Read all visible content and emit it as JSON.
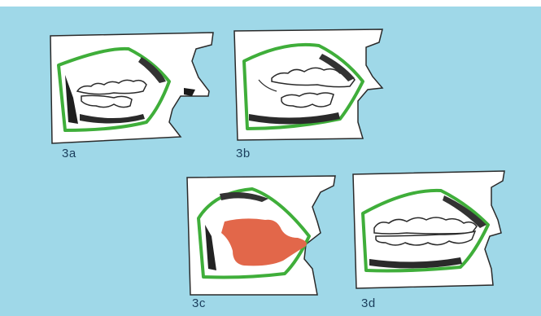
{
  "figure": {
    "labels": {
      "a": "3a",
      "b": "3b",
      "c": "3c",
      "d": "3d"
    },
    "colors": {
      "background": "#9fd8e8",
      "panel": "#ffffff",
      "outline": "#2a2a2a",
      "gum_line": "#3fae3a",
      "tongue": "#e2674a"
    }
  }
}
